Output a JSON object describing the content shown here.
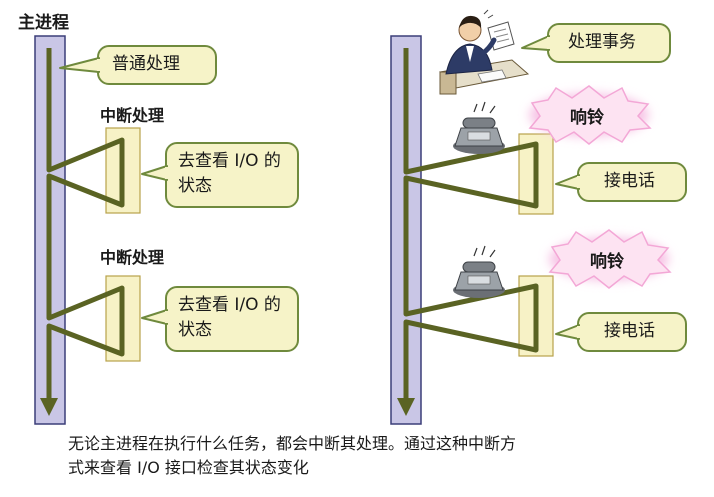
{
  "colors": {
    "process_bar": "#c9c6e6",
    "process_border": "#3b3e78",
    "interrupt_box": "#f7f2c6",
    "interrupt_border": "#b8a24b",
    "callout_fill": "#f6f3c8",
    "callout_border": "#6f8a3d",
    "arrow": "#5a6323",
    "ring_glow": "#f7c6e6"
  },
  "left": {
    "main_title": "主进程",
    "normal_callout": "普通处理",
    "interrupt_title_1": "中断处理",
    "check_callout_1": {
      "line1": "去查看 I/O 的",
      "line2": "状态"
    },
    "interrupt_title_2": "中断处理",
    "check_callout_2": {
      "line1": "去查看 I/O 的",
      "line2": "状态"
    }
  },
  "right": {
    "work_callout": "处理事务",
    "ring_1": "响铃",
    "answer_callout_1": "接电话",
    "ring_2": "响铃",
    "answer_callout_2": "接电话"
  },
  "caption": {
    "line1": "无论主进程在执行什么任务，都会中断其处理。通过这种中断方",
    "line2": "式来查看 I/O 接口检查其状态变化"
  }
}
